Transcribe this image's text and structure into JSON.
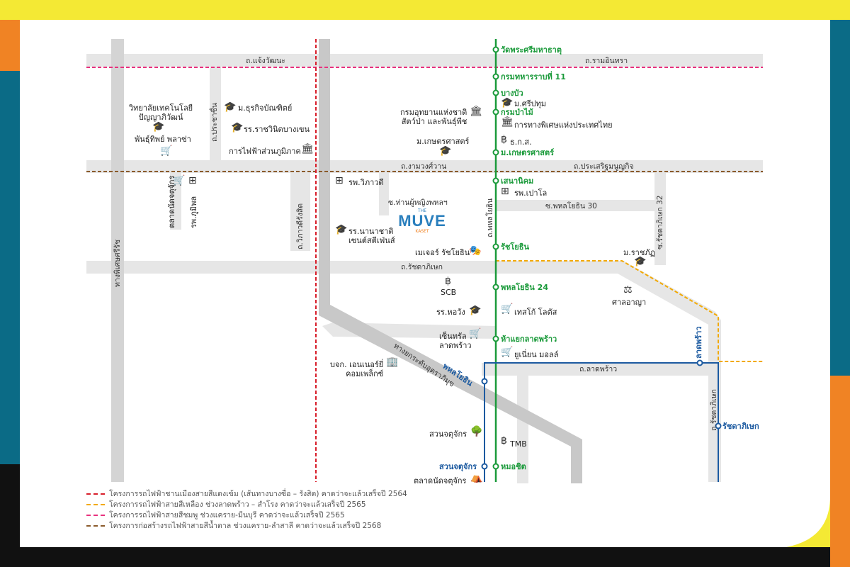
{
  "colors": {
    "yellow_bar": "#f4e934",
    "orange": "#f08324",
    "teal": "#0b6b86",
    "dark": "#111111",
    "road": "#e6e6e6",
    "expressway": "#c8c8c8",
    "green_line": "#1a9a3a",
    "blue_line": "#1c5aa0",
    "red_line": "#d81e2a",
    "yellow_line": "#f2a900",
    "pink_line": "#e8317e",
    "brown_line": "#8a5a2b",
    "logo_blue": "#2a7fbd",
    "logo_orange": "#f08324"
  },
  "roads": {
    "chaeng_watthana": "ถ.แจ้งวัฒนะ",
    "ram_inthra": "ถ.รามอินทรา",
    "ngam_wong_wan": "ถ.งามวงศ์วาน",
    "prasert_manukit": "ถ.ประเสริฐมนูญกิจ",
    "phahonyothin_30": "ซ.พหลโยธิน 30",
    "ratchadaphisek_h": "ถ.รัชดาภิเษก",
    "lat_phrao": "ถ.ลาดพร้าว",
    "prachachuen": "ถ.ประชาชื่น",
    "vibhavadi": "ถ.วิภาวดีรังสิต",
    "kamphaeng_phet": "ทางพิเศษศรีรัช",
    "phahonyothin_v": "ถ.พหลโยธิน",
    "ratchadaphisek_32": "ซ.รัชดาภิเษก 32",
    "ratchadaphisek_v": "ถ.รัชดาภิเษก",
    "udon_ratthaya": "ทางยกระดับอุตราภิมุข",
    "tha_phu_ying": "ซ.ท่านผู้หญิงพหลฯ"
  },
  "green_stations": [
    "วัดพระศรีมหาธาตุ",
    "กรมทหารราบที่ 11",
    "บางบัว",
    "กรมป่าไม้",
    "ม.เกษตรศาสตร์",
    "เสนานิคม",
    "รัชโยธิน",
    "พหลโยธิน 24",
    "ห้าแยกลาดพร้าว",
    "หมอชิต"
  ],
  "blue_stations": {
    "phahon": "พหลโยธิน",
    "lat_phrao": "ลาดพร้าว",
    "ratchada": "รัชดาภิเษก",
    "chatuchak": "สวนจตุจักร"
  },
  "places": {
    "technology_college": "วิทยาลัยเทคโนโลยี\nปัญญาภิวัฒน์",
    "panthip_plaza": "พันธุ์ทิพย์ พลาซ่า",
    "dhurakij": "ม.ธุรกิจบัณฑิตย์",
    "ratchawinit": "รร.ราชวินิตบางเขน",
    "power_authority": "การไฟฟ้าส่วนภูมิภาค",
    "wildlife_dept": "กรมอุทยานแห่งชาติ\nสัตว์ป่า และพันธุ์พืช",
    "kasetsart_uni": "ม.เกษตรศาสตร์",
    "sripatum": "ม.ศรีปทุม",
    "thai_craft": "การทางพิเศษแห่งประเทศไทย",
    "baac": "ธ.ก.ส.",
    "vibharam_hospital": "รพ.วิภาวดี",
    "paolo_hospital": "รพ.เปาโล",
    "tha_nong": "ตลาดนัดจตุจักร",
    "phahon_hospital": "รพ.ภูมิพล",
    "muang_thai": "รร.นานาชาติ\nเซนต์สตีเฟ่นส์",
    "major": "เมเจอร์ รัชโยธิน",
    "scb": "SCB",
    "horwang": "รร.หอวัง",
    "central": "เซ็นทรัล\nลาดพร้าว",
    "energy_complex": "บจก. เอนเนอร์ยี่\nคอมเพล็กซ์",
    "tesco": "เทสโก้ โลตัส",
    "union_mall": "ยูเนี่ยน มอลล์",
    "rajabhat": "ม.ราชภัฏ",
    "court": "ศาลอาญา",
    "chatuchak_park": "สวนจตุจักร",
    "tmb": "TMB",
    "chatuchak_market": "ตลาดนัดจตุจักร"
  },
  "logo": {
    "the": "THE",
    "name": "MUVE",
    "sub": "KASET"
  },
  "legend": [
    {
      "text": "โครงการรถไฟฟ้าชานเมืองสายสีแดงเข้ม (เส้นทางบางซื่อ – รังสิต) คาดว่าจะแล้วเสร็จปี 2564",
      "color": "#d81e2a"
    },
    {
      "text": "โครงการรถไฟฟ้าสายสีเหลือง ช่วงลาดพร้าว – สำโรง คาดว่าจะแล้วเสร็จปี 2565",
      "color": "#f2a900"
    },
    {
      "text": "โครงการรถไฟฟ้าสายสีชมพู ช่วงแคราย-มีนบุรี คาดว่าจะแล้วเสร็จปี 2565",
      "color": "#e8317e"
    },
    {
      "text": "โครงการก่อสร้างรถไฟฟ้าสายสีน้ำตาล ช่วงแคราย-ลำสาลี คาดว่าจะแล้วเสร็จปี 2568",
      "color": "#8a5a2b"
    }
  ]
}
